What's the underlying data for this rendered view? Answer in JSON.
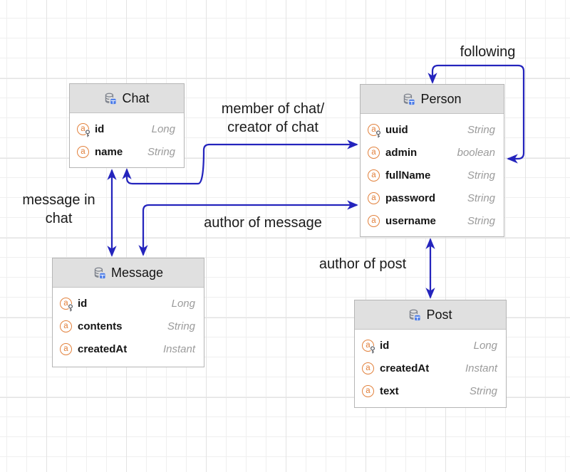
{
  "diagram": {
    "type": "entity-relationship-diagram",
    "arrow_color": "#2424bd",
    "header_bg": "#e0e0e0",
    "attribute_icon_color": "#e2813c",
    "entity_icon": "database-table-icon",
    "key_icon": "primary-key-icon",
    "attribute_icon": "attribute-icon"
  },
  "entities": {
    "chat": {
      "title": "Chat",
      "fields": [
        {
          "name": "id",
          "type": "Long",
          "key": true
        },
        {
          "name": "name",
          "type": "String",
          "key": false
        }
      ]
    },
    "person": {
      "title": "Person",
      "fields": [
        {
          "name": "uuid",
          "type": "String",
          "key": true
        },
        {
          "name": "admin",
          "type": "boolean",
          "key": false
        },
        {
          "name": "fullName",
          "type": "String",
          "key": false
        },
        {
          "name": "password",
          "type": "String",
          "key": false
        },
        {
          "name": "username",
          "type": "String",
          "key": false
        }
      ]
    },
    "message": {
      "title": "Message",
      "fields": [
        {
          "name": "id",
          "type": "Long",
          "key": true
        },
        {
          "name": "contents",
          "type": "String",
          "key": false
        },
        {
          "name": "createdAt",
          "type": "Instant",
          "key": false
        }
      ]
    },
    "post": {
      "title": "Post",
      "fields": [
        {
          "name": "id",
          "type": "Long",
          "key": true
        },
        {
          "name": "createdAt",
          "type": "Instant",
          "key": false
        },
        {
          "name": "text",
          "type": "String",
          "key": false
        }
      ]
    }
  },
  "relationships": {
    "following": {
      "label": "following",
      "from": "Person",
      "to": "Person"
    },
    "member_of_chat": {
      "label": "member of chat/\ncreator of chat",
      "from": "Chat",
      "to": "Person"
    },
    "message_in_chat": {
      "label": "message in\nchat",
      "from": "Chat",
      "to": "Message"
    },
    "author_of_message": {
      "label": "author of message",
      "from": "Message",
      "to": "Person"
    },
    "author_of_post": {
      "label": "author of post",
      "from": "Person",
      "to": "Post"
    }
  }
}
